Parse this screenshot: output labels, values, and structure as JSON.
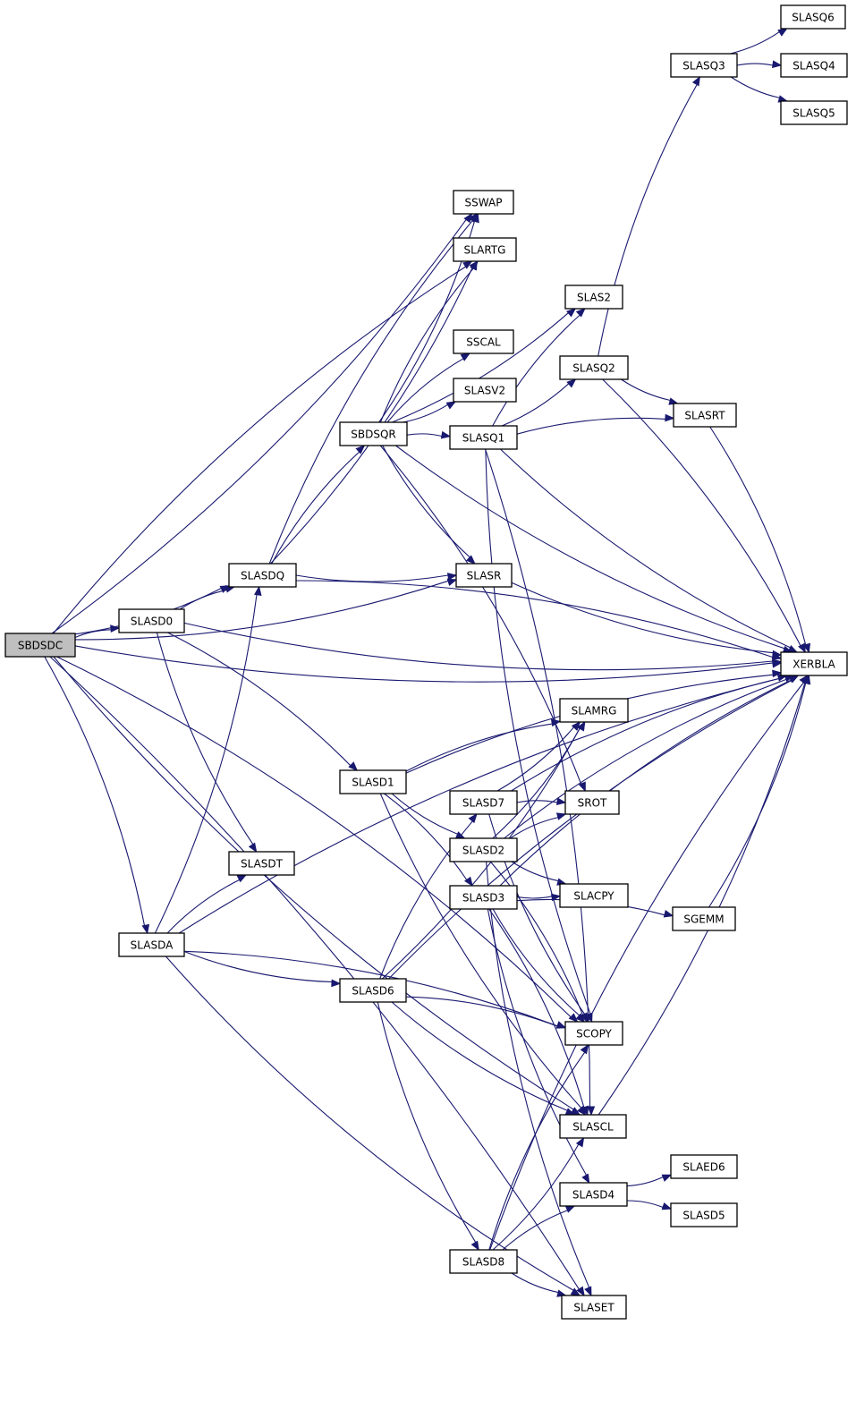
{
  "graph": {
    "root": "SBDSDC",
    "nodes": [
      {
        "id": "SBDSDC",
        "label": "SBDSDC"
      },
      {
        "id": "SLASD0",
        "label": "SLASD0"
      },
      {
        "id": "SLASDQ",
        "label": "SLASDQ"
      },
      {
        "id": "SLASDA",
        "label": "SLASDA"
      },
      {
        "id": "SLASDT",
        "label": "SLASDT"
      },
      {
        "id": "SBDSQR",
        "label": "SBDSQR"
      },
      {
        "id": "SLASD1",
        "label": "SLASD1"
      },
      {
        "id": "SLASD6",
        "label": "SLASD6"
      },
      {
        "id": "SSWAP",
        "label": "SSWAP"
      },
      {
        "id": "SLARTG",
        "label": "SLARTG"
      },
      {
        "id": "SSCAL",
        "label": "SSCAL"
      },
      {
        "id": "SLASV2",
        "label": "SLASV2"
      },
      {
        "id": "SLASQ1",
        "label": "SLASQ1"
      },
      {
        "id": "SLASR",
        "label": "SLASR"
      },
      {
        "id": "SLASD7",
        "label": "SLASD7"
      },
      {
        "id": "SLASD2",
        "label": "SLASD2"
      },
      {
        "id": "SLASD3",
        "label": "SLASD3"
      },
      {
        "id": "SLASD8",
        "label": "SLASD8"
      },
      {
        "id": "SLAS2",
        "label": "SLAS2"
      },
      {
        "id": "SLASQ2",
        "label": "SLASQ2"
      },
      {
        "id": "SLAMRG",
        "label": "SLAMRG"
      },
      {
        "id": "SROT",
        "label": "SROT"
      },
      {
        "id": "SLACPY",
        "label": "SLACPY"
      },
      {
        "id": "SCOPY",
        "label": "SCOPY"
      },
      {
        "id": "SLASCL",
        "label": "SLASCL"
      },
      {
        "id": "SLASD4",
        "label": "SLASD4"
      },
      {
        "id": "SLASET",
        "label": "SLASET"
      },
      {
        "id": "SLASQ3",
        "label": "SLASQ3"
      },
      {
        "id": "SLASRT",
        "label": "SLASRT"
      },
      {
        "id": "SGEMM",
        "label": "SGEMM"
      },
      {
        "id": "SLAED6",
        "label": "SLAED6"
      },
      {
        "id": "SLASD5",
        "label": "SLASD5"
      },
      {
        "id": "SLASQ6",
        "label": "SLASQ6"
      },
      {
        "id": "SLASQ4",
        "label": "SLASQ4"
      },
      {
        "id": "SLASQ5",
        "label": "SLASQ5"
      },
      {
        "id": "XERBLA",
        "label": "XERBLA"
      }
    ],
    "edges": [
      [
        "SBDSDC",
        "SLASD0"
      ],
      [
        "SBDSDC",
        "SLASDQ"
      ],
      [
        "SBDSDC",
        "SLASDA"
      ],
      [
        "SBDSDC",
        "SSWAP"
      ],
      [
        "SBDSDC",
        "SLARTG"
      ],
      [
        "SBDSDC",
        "SLASR"
      ],
      [
        "SBDSDC",
        "SCOPY"
      ],
      [
        "SBDSDC",
        "SLASCL"
      ],
      [
        "SBDSDC",
        "SLASET"
      ],
      [
        "SBDSDC",
        "XERBLA"
      ],
      [
        "SLASD0",
        "SLASDQ"
      ],
      [
        "SLASD0",
        "SLASDT"
      ],
      [
        "SLASD0",
        "SLASD1"
      ],
      [
        "SLASD0",
        "XERBLA"
      ],
      [
        "SLASDQ",
        "SBDSQR"
      ],
      [
        "SLASDQ",
        "SLASR"
      ],
      [
        "SLASDQ",
        "SSWAP"
      ],
      [
        "SLASDQ",
        "SLARTG"
      ],
      [
        "SLASDQ",
        "XERBLA"
      ],
      [
        "SLASDA",
        "SLASDQ"
      ],
      [
        "SLASDA",
        "SLASDT"
      ],
      [
        "SLASDA",
        "SLASD6"
      ],
      [
        "SLASDA",
        "SCOPY"
      ],
      [
        "SLASDA",
        "SLASET"
      ],
      [
        "SLASDA",
        "XERBLA"
      ],
      [
        "SBDSQR",
        "SSWAP"
      ],
      [
        "SBDSQR",
        "SLARTG"
      ],
      [
        "SBDSQR",
        "SLAS2"
      ],
      [
        "SBDSQR",
        "SSCAL"
      ],
      [
        "SBDSQR",
        "SLASV2"
      ],
      [
        "SBDSQR",
        "SLASQ1"
      ],
      [
        "SBDSQR",
        "SLASR"
      ],
      [
        "SBDSQR",
        "SROT"
      ],
      [
        "SBDSQR",
        "XERBLA"
      ],
      [
        "SLASQ1",
        "SLAS2"
      ],
      [
        "SLASQ1",
        "SLASQ2"
      ],
      [
        "SLASQ1",
        "SLASRT"
      ],
      [
        "SLASQ1",
        "SCOPY"
      ],
      [
        "SLASQ1",
        "SLASCL"
      ],
      [
        "SLASQ1",
        "XERBLA"
      ],
      [
        "SLASQ2",
        "SLASQ3"
      ],
      [
        "SLASQ2",
        "SLASRT"
      ],
      [
        "SLASQ2",
        "XERBLA"
      ],
      [
        "SLASQ3",
        "SLASQ6"
      ],
      [
        "SLASQ3",
        "SLASQ4"
      ],
      [
        "SLASQ3",
        "SLASQ5"
      ],
      [
        "SLASRT",
        "XERBLA"
      ],
      [
        "SLASR",
        "XERBLA"
      ],
      [
        "SLASD1",
        "SLAMRG"
      ],
      [
        "SLASD1",
        "SLASD2"
      ],
      [
        "SLASD1",
        "SLASD3"
      ],
      [
        "SLASD1",
        "SLASCL"
      ],
      [
        "SLASD1",
        "XERBLA"
      ],
      [
        "SLASD6",
        "SLAMRG"
      ],
      [
        "SLASD6",
        "SLASD7"
      ],
      [
        "SLASD6",
        "SLASD8"
      ],
      [
        "SLASD6",
        "SCOPY"
      ],
      [
        "SLASD6",
        "SLASCL"
      ],
      [
        "SLASD6",
        "XERBLA"
      ],
      [
        "SLASD7",
        "SLAMRG"
      ],
      [
        "SLASD7",
        "SROT"
      ],
      [
        "SLASD7",
        "SCOPY"
      ],
      [
        "SLASD7",
        "XERBLA"
      ],
      [
        "SLASD2",
        "SLAMRG"
      ],
      [
        "SLASD2",
        "SROT"
      ],
      [
        "SLASD2",
        "SLACPY"
      ],
      [
        "SLASD2",
        "SCOPY"
      ],
      [
        "SLASD2",
        "SLASET"
      ],
      [
        "SLASD2",
        "XERBLA"
      ],
      [
        "SLASD3",
        "SLACPY"
      ],
      [
        "SLASD3",
        "SGEMM"
      ],
      [
        "SLASD3",
        "SCOPY"
      ],
      [
        "SLASD3",
        "SLASCL"
      ],
      [
        "SLASD3",
        "SLASD4"
      ],
      [
        "SLASD3",
        "XERBLA"
      ],
      [
        "SGEMM",
        "XERBLA"
      ],
      [
        "SLASD8",
        "SCOPY"
      ],
      [
        "SLASD8",
        "SLASCL"
      ],
      [
        "SLASD8",
        "SLASD4"
      ],
      [
        "SLASD8",
        "SLASET"
      ],
      [
        "SLASD8",
        "XERBLA"
      ],
      [
        "SLASD4",
        "SLAED6"
      ],
      [
        "SLASD4",
        "SLASD5"
      ],
      [
        "SLASCL",
        "XERBLA"
      ]
    ]
  },
  "colors": {
    "edge": "#191970",
    "root_fill": "#bfbfbf",
    "node_fill": "#ffffff",
    "node_border": "#000000"
  }
}
